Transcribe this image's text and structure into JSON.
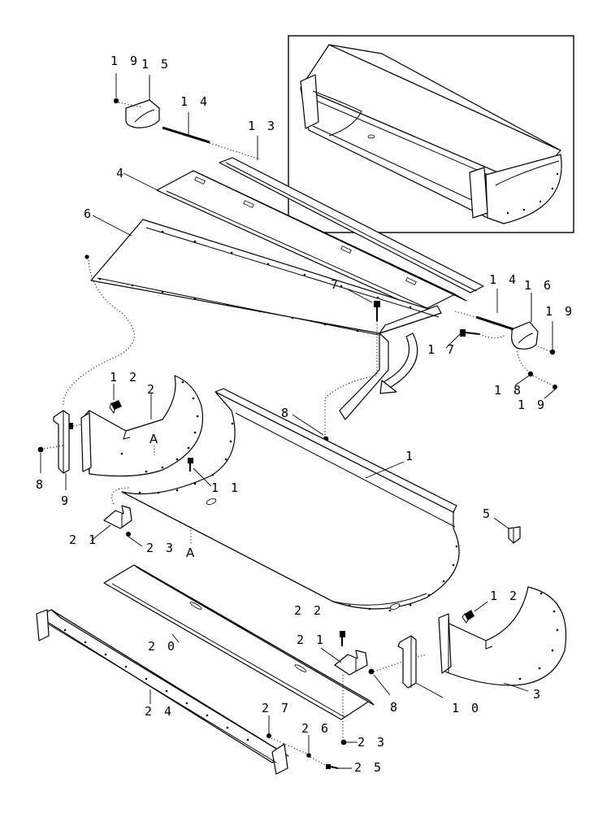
{
  "callouts": {
    "c1": "1",
    "c2": "2",
    "c3": "3",
    "c4": "4",
    "c5": "5",
    "c6": "6",
    "c7": "7",
    "c8a": "8",
    "c8b": "8",
    "c8c": "8",
    "c9": "9",
    "c10": "1 0",
    "c11": "1 1",
    "c12a": "1 2",
    "c12b": "1 2",
    "c13": "1 3",
    "c14a": "1 4",
    "c14b": "1 4",
    "c15": "1 5",
    "c16": "1 6",
    "c17": "1 7",
    "c18": "1 8",
    "c19a": "1 9",
    "c19b": "1 9",
    "c19c": "1 9",
    "c20": "2 0",
    "c21a": "2 1",
    "c21b": "2 1",
    "c22": "2 2",
    "c23a": "2 3",
    "c23b": "2 3",
    "c24": "2 4",
    "c25": "2 5",
    "c26": "2 6",
    "c27": "2 7"
  },
  "reference_marks": {
    "a_top": "A",
    "a_bottom": "A"
  }
}
